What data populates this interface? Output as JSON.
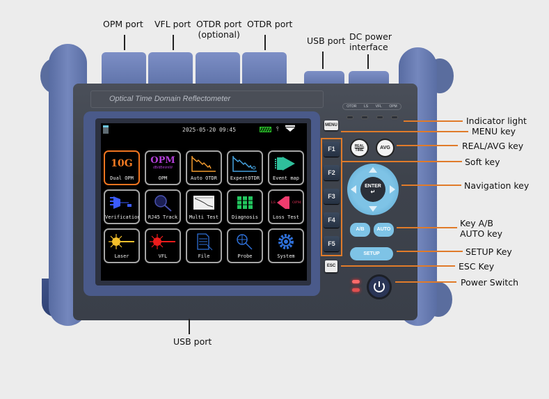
{
  "device": {
    "model_text": "Optical Time Domain Reflectometer",
    "indicator_labels": [
      "OTDR",
      "LS",
      "VFL",
      "OPM"
    ]
  },
  "callouts": {
    "top": [
      {
        "id": "opm-port",
        "text": "OPM port"
      },
      {
        "id": "vfl-port",
        "text": "VFL port"
      },
      {
        "id": "otdr-port-optional",
        "line1": "OTDR port",
        "line2": "(optional)"
      },
      {
        "id": "otdr-port",
        "text": "OTDR port"
      },
      {
        "id": "usb-port-top",
        "text": "USB port"
      },
      {
        "id": "dc-power",
        "line1": "DC power",
        "line2": "interface"
      }
    ],
    "right": [
      {
        "id": "indicator-light",
        "text": "Indicator light"
      },
      {
        "id": "menu-key",
        "text": "MENU key"
      },
      {
        "id": "real-avg-key",
        "text": "REAL/AVG key"
      },
      {
        "id": "soft-key",
        "text": "Soft key"
      },
      {
        "id": "navigation-key",
        "text": "Navigation key"
      },
      {
        "id": "key-ab-auto",
        "line1": "Key A/B",
        "line2": "AUTO key"
      },
      {
        "id": "setup-key",
        "text": "SETUP Key"
      },
      {
        "id": "esc-key",
        "text": "ESC Key"
      },
      {
        "id": "power-switch",
        "text": "Power Switch"
      }
    ],
    "bottom": [
      {
        "id": "usb-port-bottom",
        "text": "USB port"
      }
    ]
  },
  "screen": {
    "datetime": "2025-05-20 09:45",
    "tiles": [
      {
        "label": "Dual OPM",
        "icon_text": "10G",
        "selected": true
      },
      {
        "label": "OPM",
        "icon_text": "OPM",
        "icon_subtext": "dB/dBm/mW"
      },
      {
        "label": "Auto OTDR"
      },
      {
        "label": "ExpertOTDR"
      },
      {
        "label": "Event map"
      },
      {
        "label": "Verification"
      },
      {
        "label": "RJ45 Track"
      },
      {
        "label": "Multi Test"
      },
      {
        "label": "Diagnosis"
      },
      {
        "label": "Loss Test",
        "icon_left": "LS",
        "icon_right": "OPM"
      },
      {
        "label": "Laser"
      },
      {
        "label": "VFL"
      },
      {
        "label": "File"
      },
      {
        "label": "Probe"
      },
      {
        "label": "System"
      }
    ]
  },
  "keys": {
    "menu": "MENU",
    "real_line1": "REAL",
    "real_line2": "TIME",
    "avg": "AVG",
    "soft": [
      "F1",
      "F2",
      "F3",
      "F4",
      "F5"
    ],
    "enter": "ENTER",
    "ab": "A/B",
    "auto": "AUTO",
    "setup": "SETUP",
    "esc": "ESC"
  },
  "colors": {
    "callout_line": "#e07b2a",
    "selected_tile": "#f0741f",
    "nav_blue": "#7ec3e6",
    "device_blue": "#5a6d9e"
  }
}
